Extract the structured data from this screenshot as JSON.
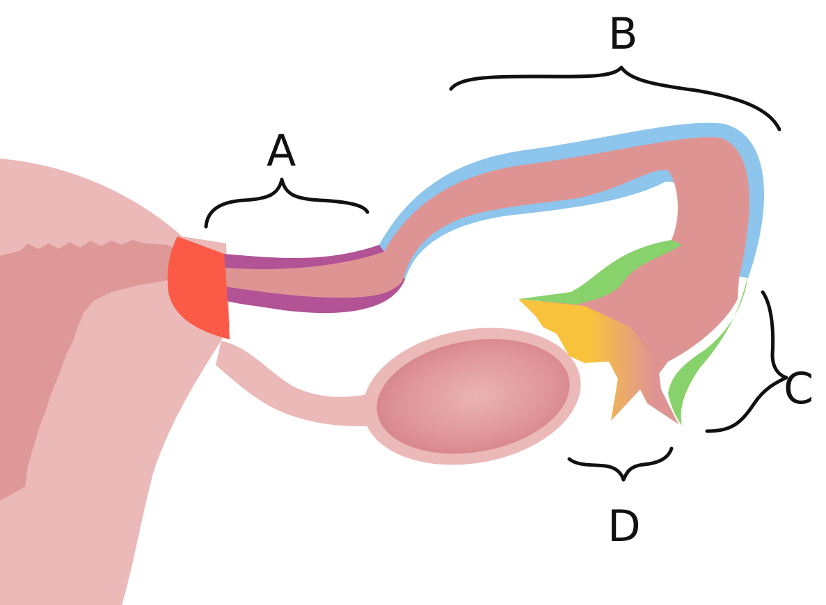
{
  "labels": {
    "a": "A",
    "b": "B",
    "c": "C",
    "d": "D"
  },
  "colors": {
    "uterus_outer": "#ebb9b8",
    "uterus_inner": "#df9898",
    "tube_body": "#df9494",
    "tube_wall_blue": "#8ec5ec",
    "tube_wall_purple": "#b15395",
    "intramural_red": "#fb5b46",
    "fimbriae_green": "#88d26c",
    "fimbriae_yellow": "#f8c23c",
    "ovary_outer": "#ebb9b8",
    "ovary_inner": "#db8b8f",
    "brace_stroke": "#111111"
  },
  "icons": {
    "segments": [
      "intramural-segment",
      "isthmus-segment",
      "ampulla-segment",
      "infundibulum-segment",
      "fimbriae-segment"
    ]
  }
}
